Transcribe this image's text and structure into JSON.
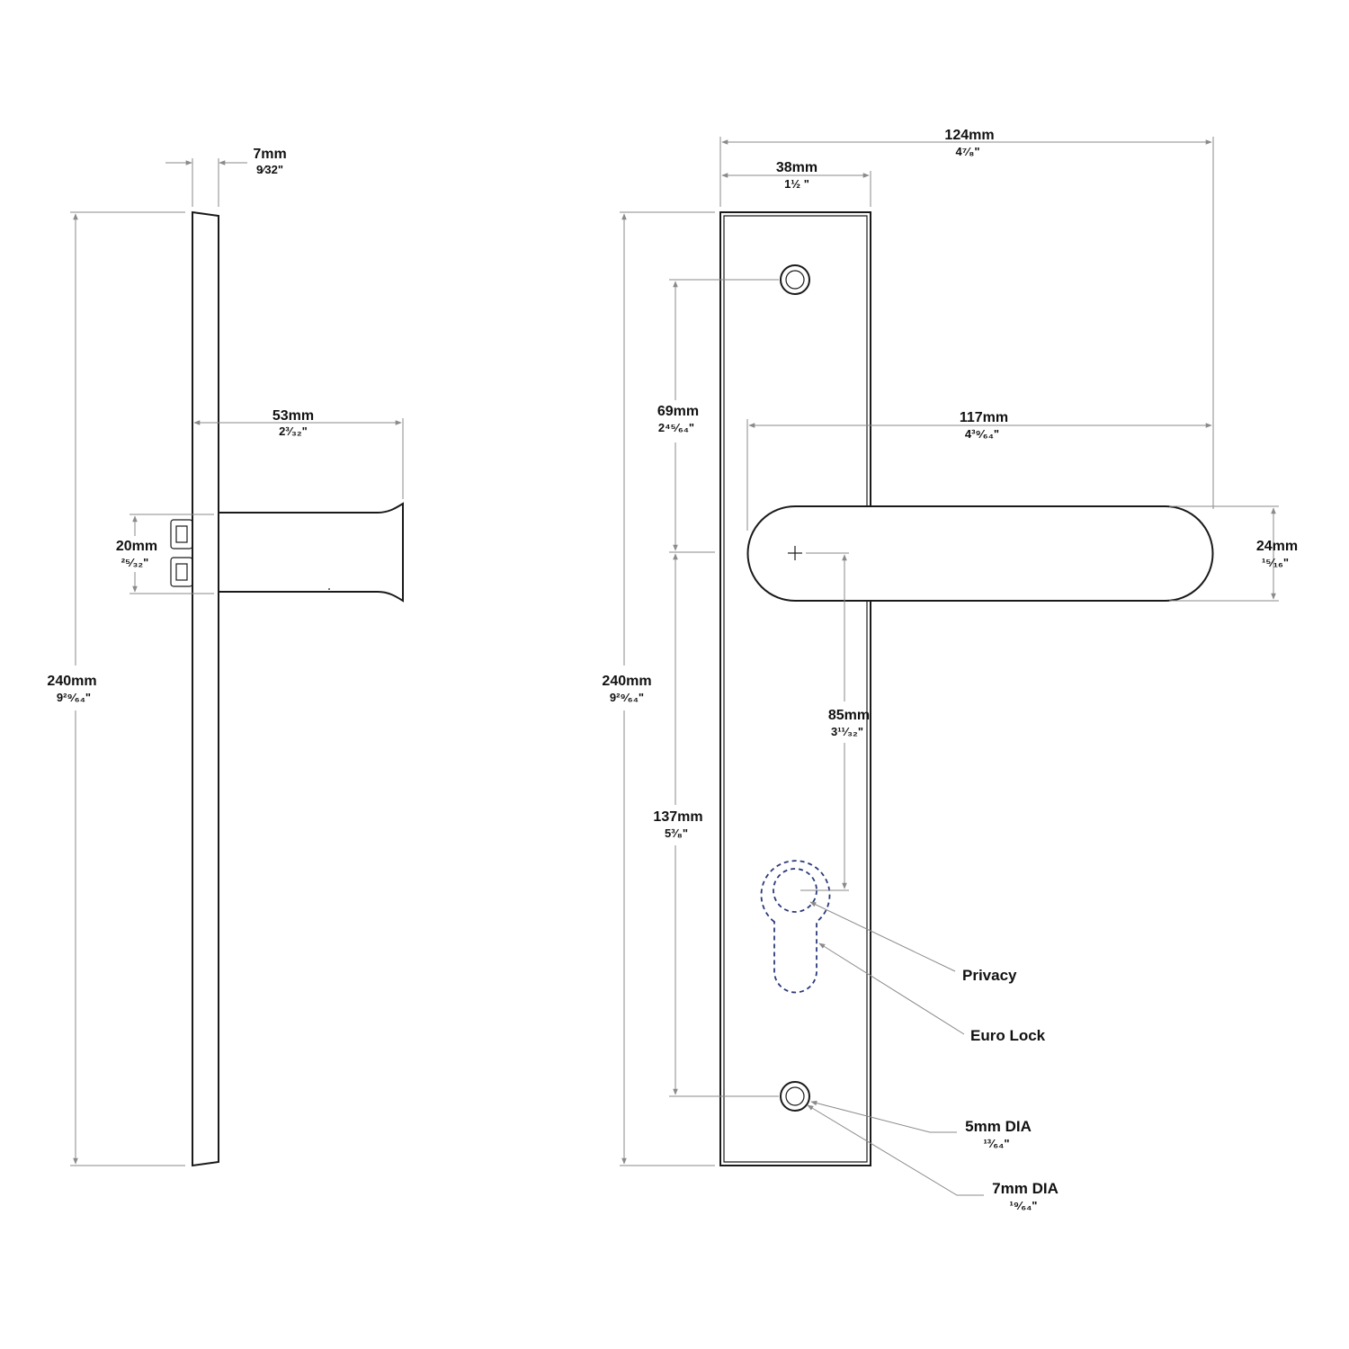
{
  "colors": {
    "dashed_cutout": "#2b3a7a",
    "outline": "#1a1a1a",
    "dimension_line": "#8a8a8a"
  },
  "side_view": {
    "thickness": {
      "mm": "7mm",
      "in": "9⁄32\""
    },
    "height": {
      "mm": "240mm",
      "in": "9²⁹⁄₆₄\""
    },
    "projection": {
      "mm": "53mm",
      "in": "2³⁄₃₂\""
    },
    "rose_diameter": {
      "mm": "20mm",
      "in": "²⁵⁄₃₂\""
    }
  },
  "front_view": {
    "total_width": {
      "mm": "124mm",
      "in": "4⁷⁄₈\""
    },
    "plate_width": {
      "mm": "38mm",
      "in": "1½ \""
    },
    "top_fixing": {
      "mm": "69mm",
      "in": "2⁴⁵⁄₆₄\""
    },
    "plate_height": {
      "mm": "240mm",
      "in": "9²⁹⁄₆₄\""
    },
    "lever_length": {
      "mm": "117mm",
      "in": "4³⁹⁄₆₄\""
    },
    "lever_height": {
      "mm": "24mm",
      "in": "¹⁵⁄₁₆\""
    },
    "centres": {
      "mm": "85mm",
      "in": "3¹¹⁄₃₂\""
    },
    "bottom_fixing": {
      "mm": "137mm",
      "in": "5³⁄₈\""
    }
  },
  "callouts": {
    "privacy": "Privacy",
    "euro_lock": "Euro Lock",
    "hole_small": {
      "mm": "5mm DIA",
      "in": "¹³⁄₆₄\""
    },
    "hole_large": {
      "mm": "7mm DIA",
      "in": "¹⁹⁄₆₄\""
    }
  }
}
